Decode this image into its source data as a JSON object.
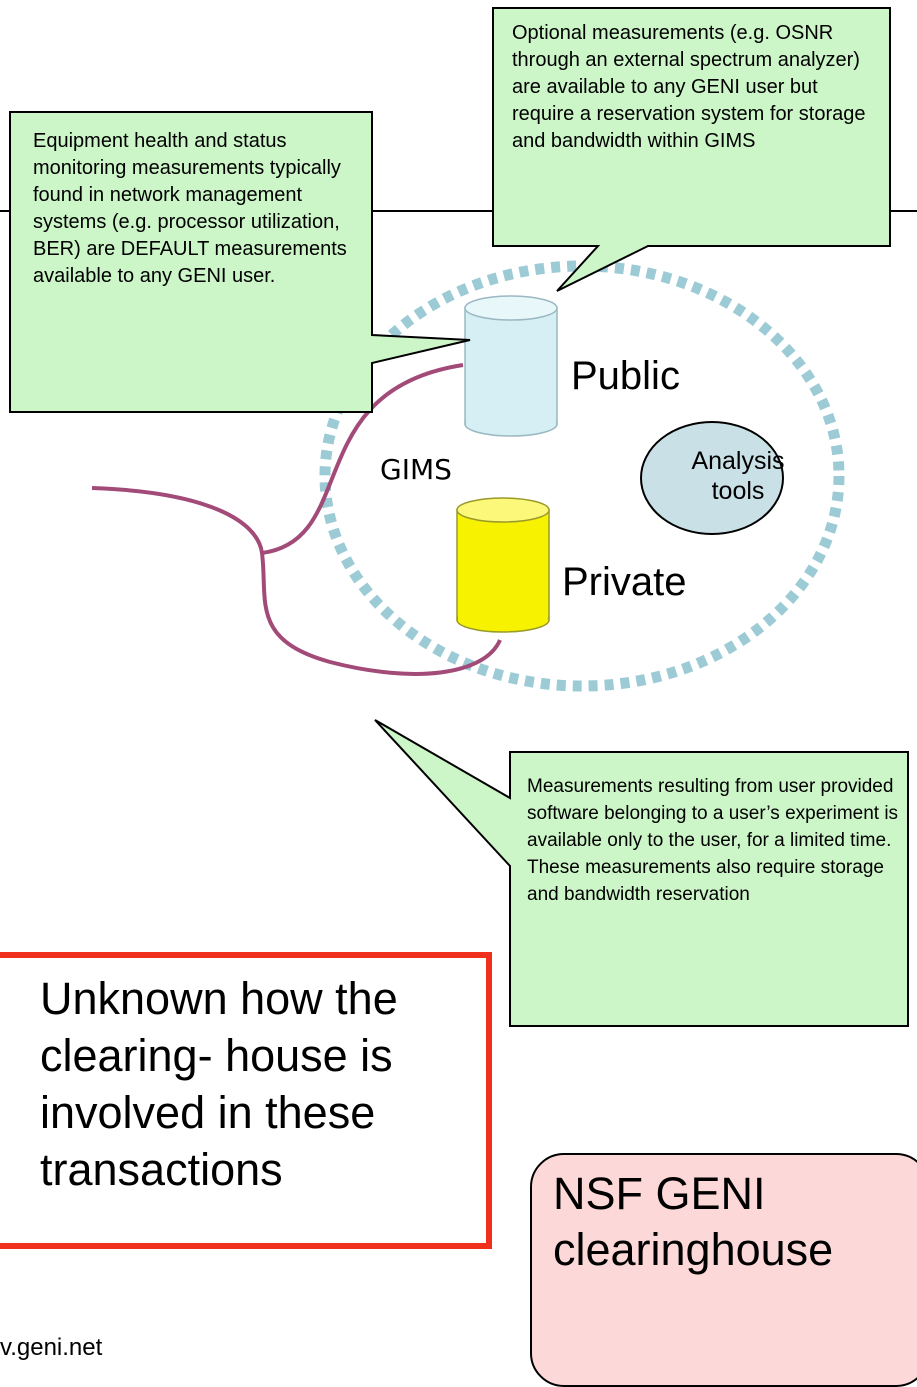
{
  "callouts": {
    "default": "Equipment health and status monitoring measurements typically found in network management systems (e.g. processor utilization, BER) are DEFAULT measurements available to any GENI user.",
    "optional": "Optional measurements (e.g. OSNR through an external spectrum analyzer) are available to any GENI user but require a reservation system for storage and bandwidth within GIMS",
    "user": "Measurements resulting from user provided software belonging to a user’s experiment is available only to the user, for a limited time. These measurements also require storage and bandwidth reservation"
  },
  "gims": {
    "label": "GIMS",
    "public_label": "Public",
    "private_label": "Private",
    "analysis_label": "Analysis tools"
  },
  "note": "Unknown how the clearing- house is involved in these transactions",
  "clearinghouse": "NSF GENI clearinghouse",
  "footer_link": "v.geni.net",
  "colors": {
    "callout_fill": "#ccf5c8",
    "public_cylinder": "#d5eff5",
    "private_cylinder": "#f7f200",
    "analysis_fill": "#c8e0e6",
    "ring": "#9ccbd6",
    "curve": "#a24a78",
    "note_border": "#f0301c",
    "clearinghouse_fill": "#fcd9d8"
  }
}
